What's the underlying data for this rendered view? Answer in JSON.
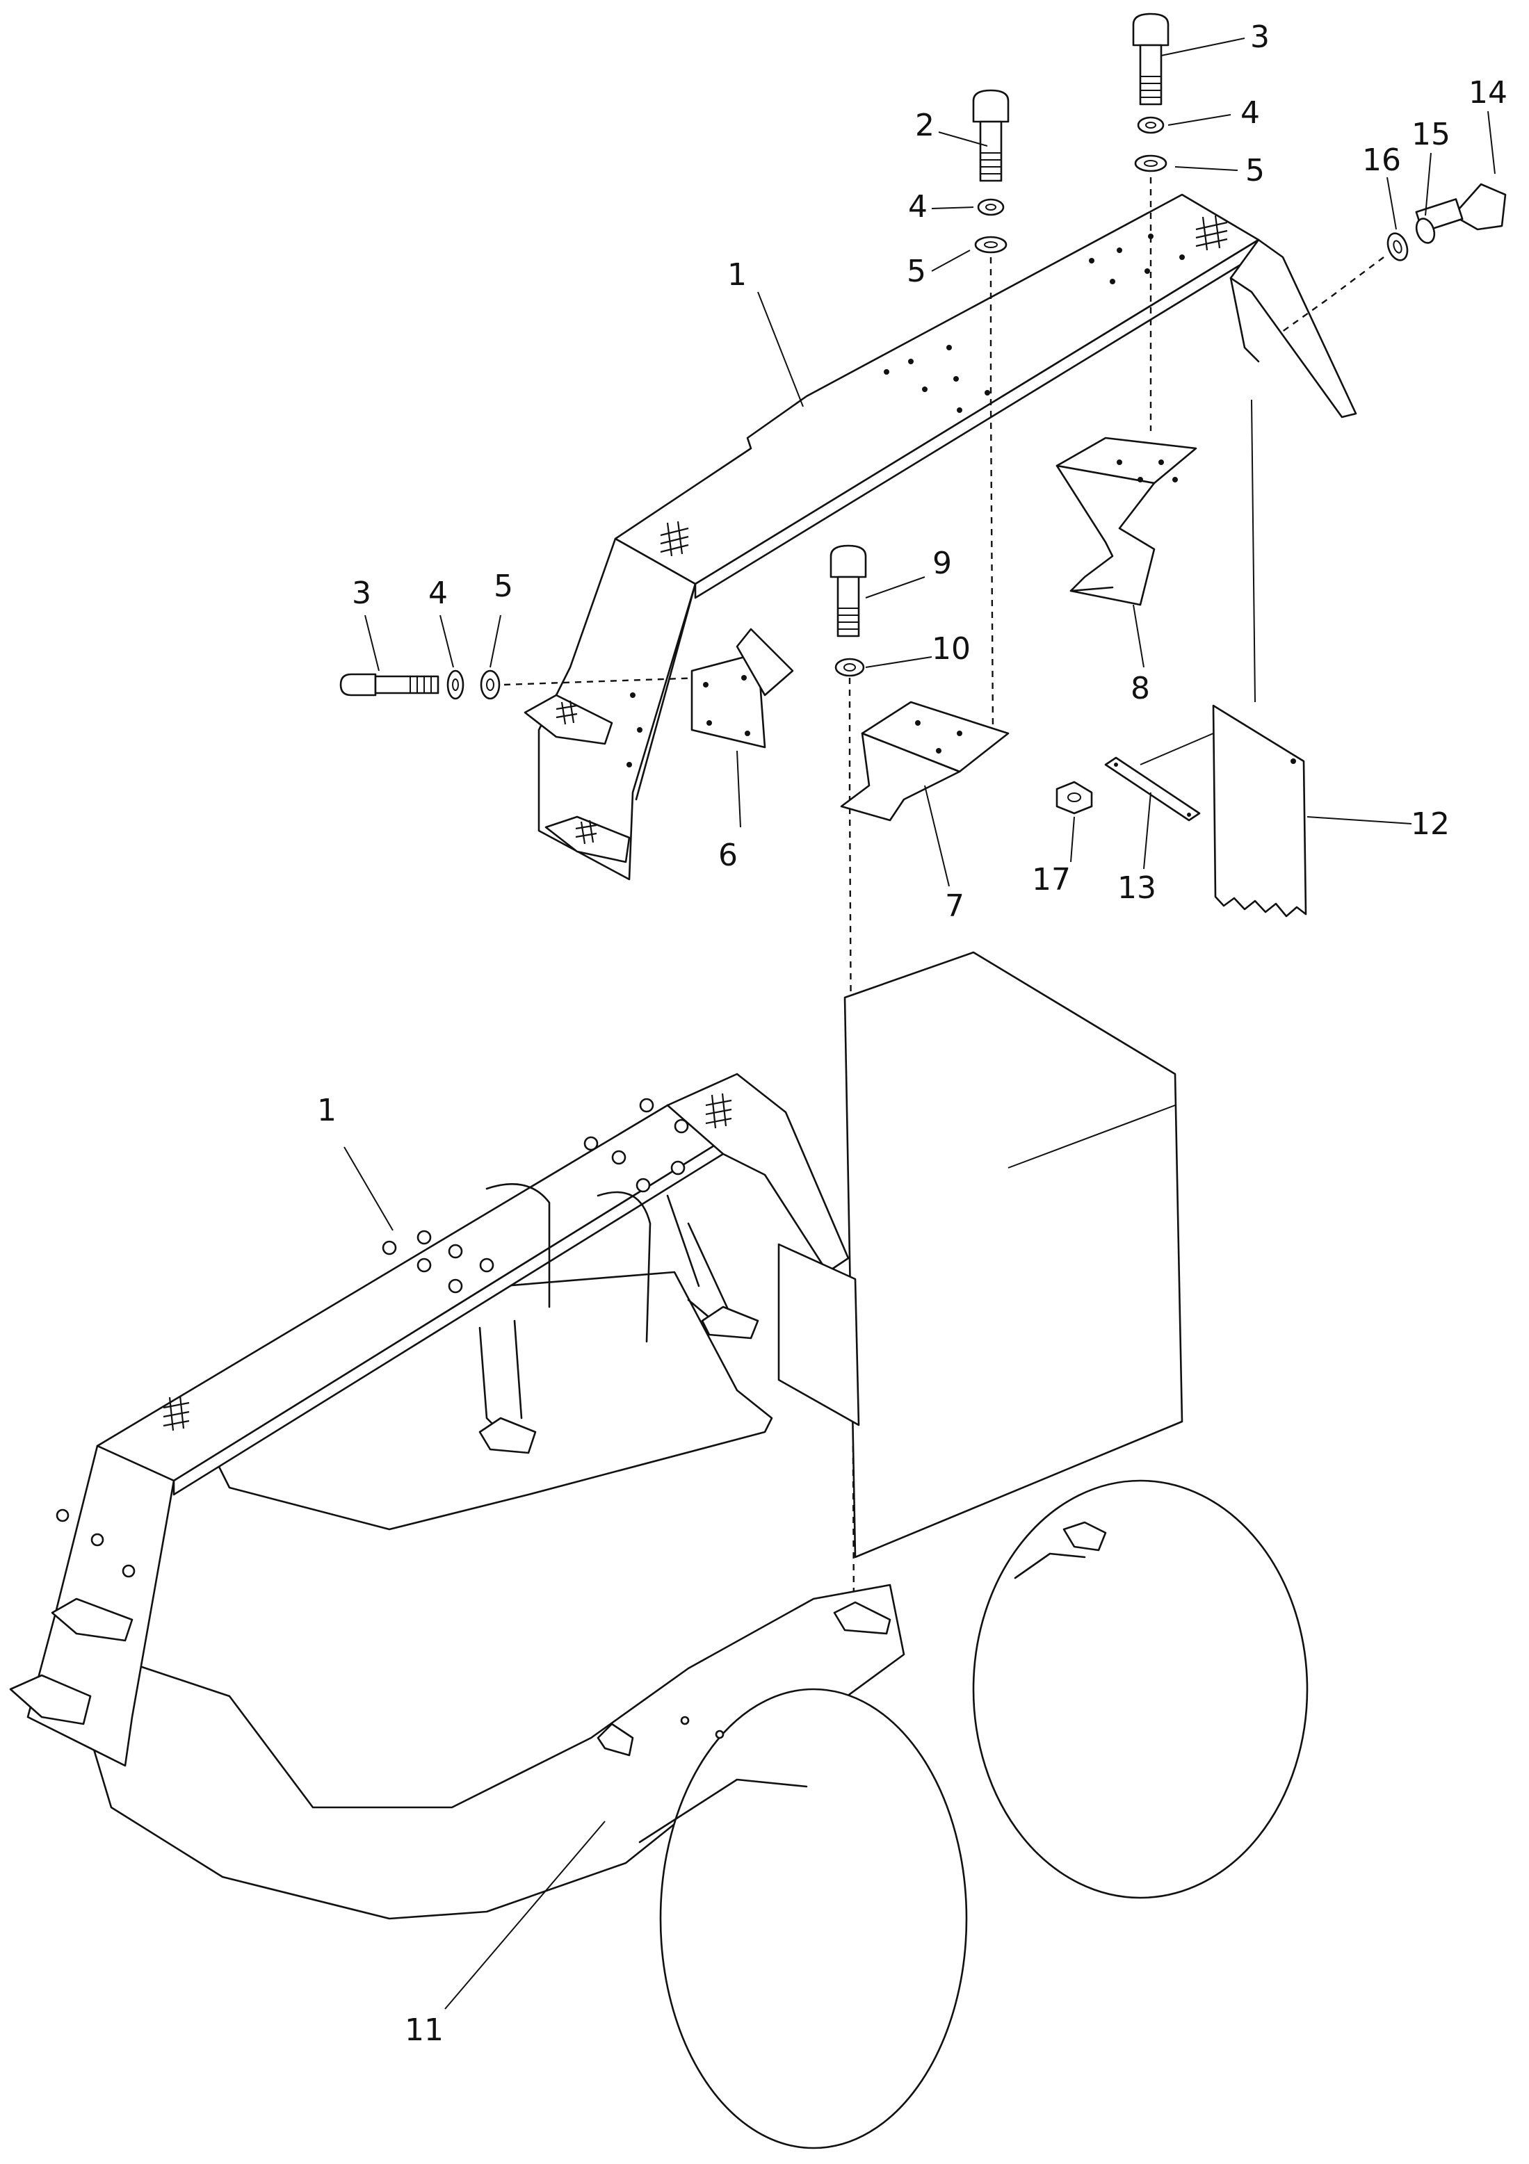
{
  "callouts": [
    {
      "id": "callout-1-top",
      "text": "1"
    },
    {
      "id": "callout-2",
      "text": "2"
    },
    {
      "id": "callout-3-top",
      "text": "3"
    },
    {
      "id": "callout-4-mid",
      "text": "4"
    },
    {
      "id": "callout-4-top",
      "text": "4"
    },
    {
      "id": "callout-5-mid",
      "text": "5"
    },
    {
      "id": "callout-5-top",
      "text": "5"
    },
    {
      "id": "callout-14",
      "text": "14"
    },
    {
      "id": "callout-15",
      "text": "15"
    },
    {
      "id": "callout-16",
      "text": "16"
    },
    {
      "id": "callout-3-left",
      "text": "3"
    },
    {
      "id": "callout-4-left",
      "text": "4"
    },
    {
      "id": "callout-5-left",
      "text": "5"
    },
    {
      "id": "callout-6",
      "text": "6"
    },
    {
      "id": "callout-7",
      "text": "7"
    },
    {
      "id": "callout-8",
      "text": "8"
    },
    {
      "id": "callout-9",
      "text": "9"
    },
    {
      "id": "callout-10",
      "text": "10"
    },
    {
      "id": "callout-12",
      "text": "12"
    },
    {
      "id": "callout-13",
      "text": "13"
    },
    {
      "id": "callout-17",
      "text": "17"
    },
    {
      "id": "callout-1-bottom",
      "text": "1"
    },
    {
      "id": "callout-11",
      "text": "11"
    }
  ]
}
